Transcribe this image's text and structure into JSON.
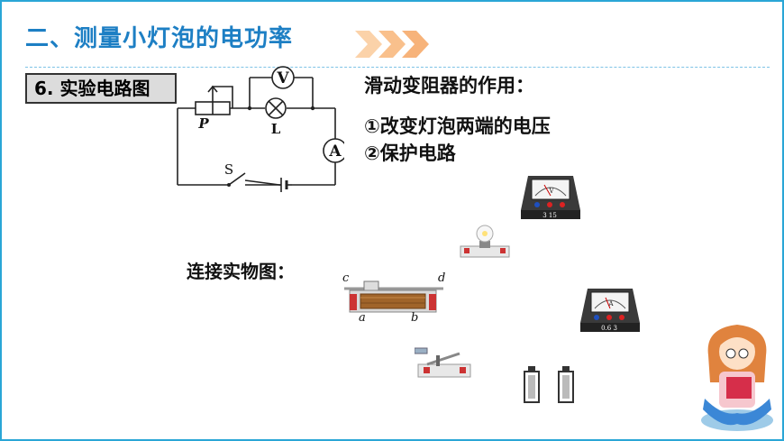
{
  "header": {
    "title": "二、测量小灯泡的电功率"
  },
  "section": {
    "label": "6. 实验电路图"
  },
  "circuit": {
    "voltmeter_symbol": "V",
    "ammeter_symbol": "A",
    "lamp_label": "L",
    "slider_label": "P",
    "switch_label": "S"
  },
  "rheostat_role": {
    "heading": "滑动变阻器的作用：",
    "items": [
      "①改变灯泡两端的电压",
      "②保护电路"
    ]
  },
  "physical": {
    "label": "连接实物图：",
    "terminals": {
      "c": "c",
      "d": "d",
      "a": "a",
      "b": "b"
    },
    "voltmeter_range": "3 15",
    "ammeter_range": "0.6 3",
    "voltmeter_face": "V",
    "ammeter_face": "A"
  },
  "colors": {
    "title": "#1d7fc4",
    "border": "#2aa6d6",
    "chevron": "#f7b37a"
  }
}
